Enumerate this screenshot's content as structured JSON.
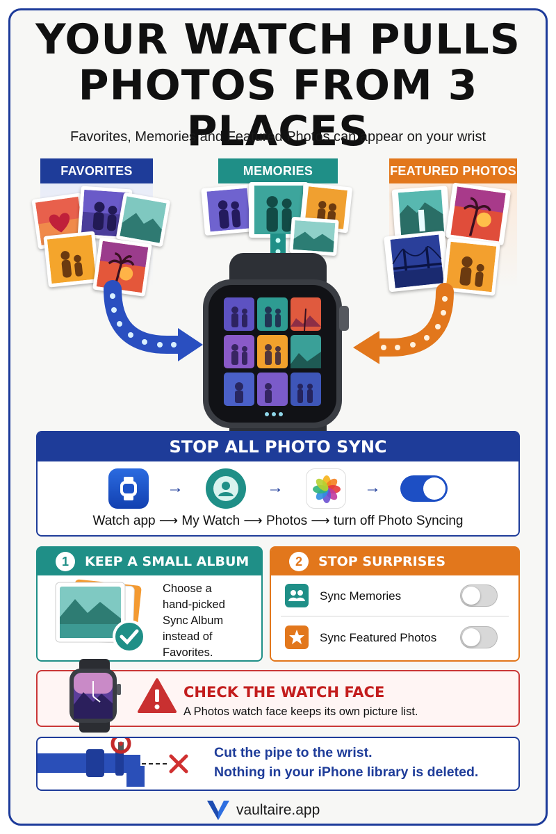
{
  "title_line1": "YOUR WATCH PULLS",
  "title_line2": "PHOTOS FROM 3 PLACES",
  "subtitle": "Favorites, Memories and Featured Photos can appear on your wrist",
  "sources": {
    "favorites": "FAVORITES",
    "memories": "MEMORIES",
    "featured": "FEATURED PHOTOS"
  },
  "colors": {
    "navy": "#1e3c99",
    "teal": "#1f8f87",
    "orange": "#e2771c",
    "red": "#c31d1d"
  },
  "stop_all": {
    "heading": "STOP ALL PHOTO SYNC",
    "icons": [
      "watch-app-icon",
      "my-watch-icon",
      "photos-app-icon",
      "toggle-on-icon"
    ],
    "arrow": "→",
    "path": "Watch app ⟶ My Watch ⟶ Photos ⟶ turn off Photo Syncing"
  },
  "keep_album": {
    "number": "1",
    "heading": "KEEP A SMALL ALBUM",
    "text_lines": [
      "Choose a",
      "hand-picked",
      "Sync Album",
      "instead of",
      "Favorites."
    ]
  },
  "stop_surprises": {
    "number": "2",
    "heading": "STOP SURPRISES",
    "rows": [
      {
        "label": "Sync Memories",
        "icon": "people-icon",
        "enabled": false
      },
      {
        "label": "Sync Featured Photos",
        "icon": "star-icon",
        "enabled": false
      }
    ]
  },
  "watch_face": {
    "heading": "CHECK THE WATCH FACE",
    "text": "A Photos watch face keeps its own picture list."
  },
  "pipe": {
    "line1": "Cut the pipe to the wrist.",
    "line2": "Nothing in your iPhone library is deleted."
  },
  "brand": "vaultaire.app"
}
